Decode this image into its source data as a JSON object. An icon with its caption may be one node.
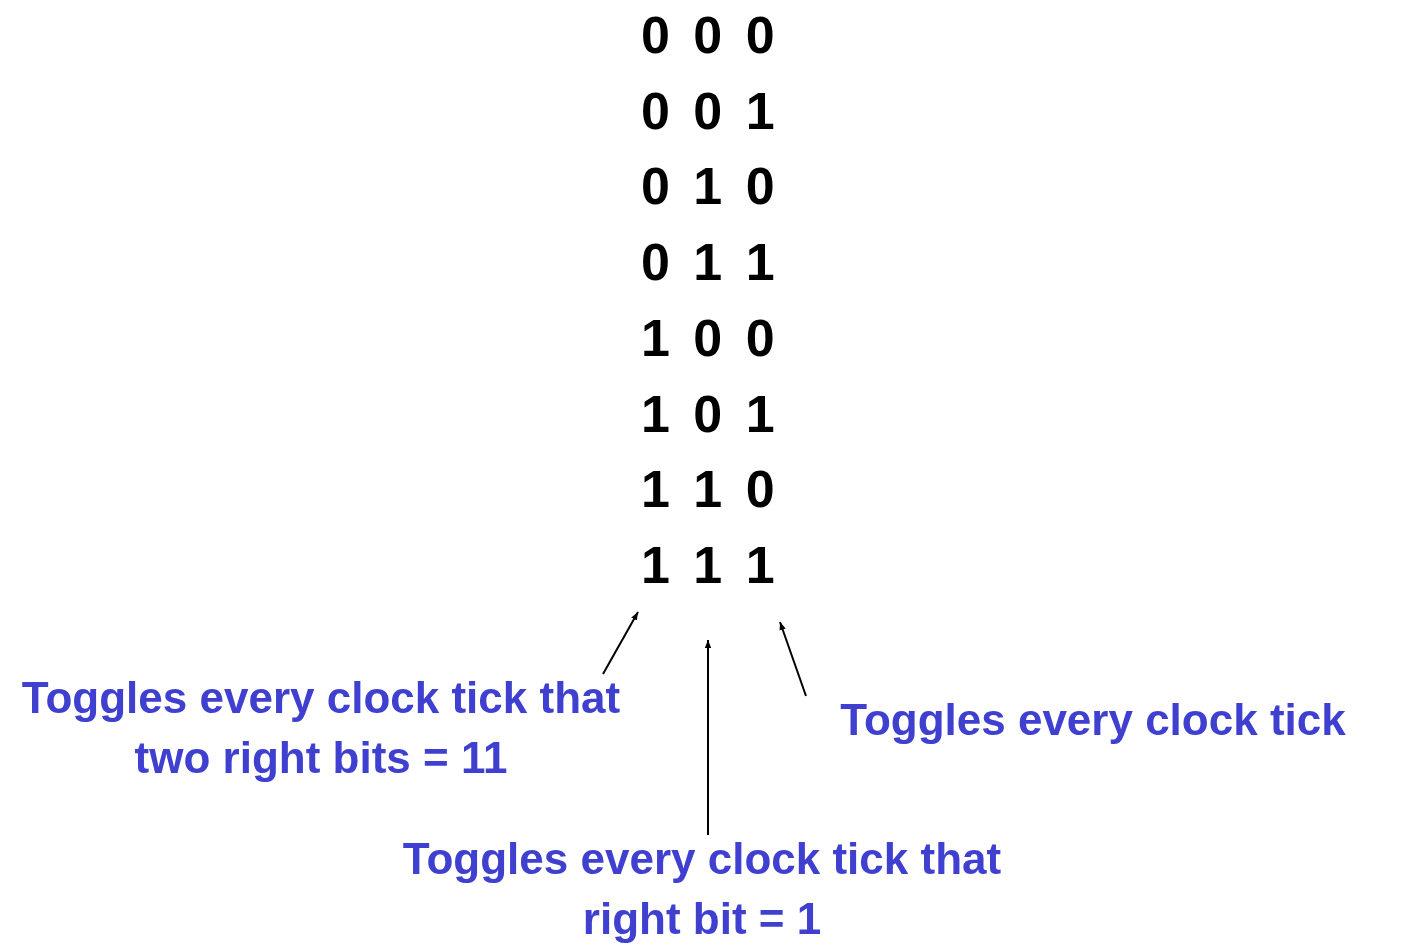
{
  "diagram": {
    "nodes": [
      {
        "text": [
          "Toggles every clock tick that two right bits = 11"
        ]
      },
      {
        "text": [
          "Toggles every clock tick that right bit = 1"
        ]
      },
      {
        "text": [
          "Toggles every clock tick"
        ]
      }
    ],
    "edges": [
      {
        "from": 0,
        "to": null,
        "arrow": "to"
      },
      {
        "from": 1,
        "to": null,
        "arrow": "to"
      },
      {
        "from": 2,
        "to": null,
        "arrow": "to"
      }
    ],
    "labels": [
      "0 0 0",
      "0 0 1",
      "0 1 0",
      "0 1 1",
      "1 0 0",
      "1 0 1",
      "1 1 0",
      "1 1 1"
    ]
  }
}
